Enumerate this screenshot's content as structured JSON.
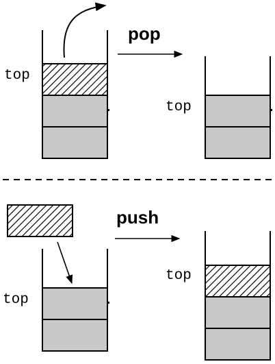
{
  "pop_section": {
    "operation_label": "pop",
    "before_top_label": "top",
    "after_top_label": "top"
  },
  "push_section": {
    "operation_label": "push",
    "before_top_label": "top",
    "after_top_label": "top"
  },
  "colors": {
    "block_fill": "#c8c8c8",
    "outline": "#000000",
    "hatch": "#000000",
    "background": "#ffffff"
  },
  "icons": {
    "block_icon": "stack-block",
    "new_item_icon": "hatched-block",
    "arrow_icon": "arrow-right",
    "divider_icon": "dashed-line"
  }
}
